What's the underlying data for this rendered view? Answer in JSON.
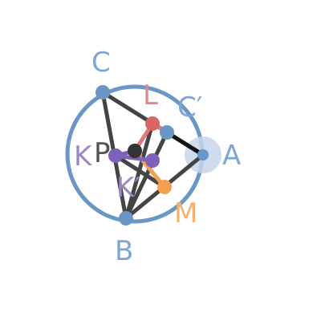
{
  "points": {
    "A": {
      "label": "A",
      "color": "#7ea6d3"
    },
    "B": {
      "label": "B",
      "color": "#7ea6d3"
    },
    "C": {
      "label": "C",
      "color": "#7ea6d3"
    },
    "C_prime": {
      "label": "C′",
      "color": "#7ea6d3"
    },
    "L": {
      "label": "L",
      "color": "#e08a87"
    },
    "M": {
      "label": "M",
      "color": "#f6b26b"
    },
    "K": {
      "label": "K",
      "color": "#9c88c5"
    },
    "K_prime": {
      "label": "K′",
      "color": "#9c88c5"
    },
    "P": {
      "label": "P",
      "color": "#555555"
    }
  },
  "colors": {
    "circle": "#6a97c6",
    "segment_dark": "#444444",
    "segment_black": "#111111",
    "segment_pink": "#e07b7b",
    "segment_orange": "#f5a04e",
    "segment_purple": "#7e62b8",
    "point_blue": "#6a97c6",
    "point_red": "#d96666",
    "point_orange": "#f5a04e",
    "point_purple": "#7e62b8",
    "point_black": "#333333",
    "highlight": "#c5d6ea"
  }
}
